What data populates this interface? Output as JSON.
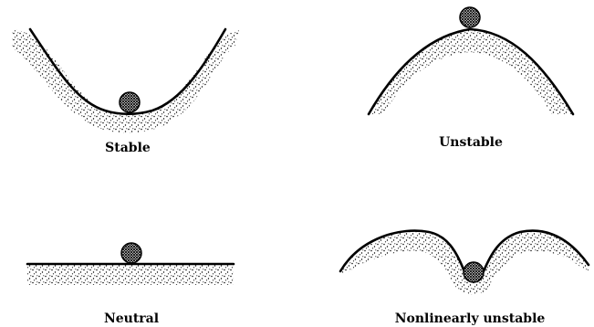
{
  "figure": {
    "panels": [
      {
        "key": "stable",
        "label": "Stable"
      },
      {
        "key": "unstable",
        "label": "Unstable"
      },
      {
        "key": "neutral",
        "label": "Neutral"
      },
      {
        "key": "nonlinear",
        "label": "Nonlinearly unstable"
      }
    ],
    "colors": {
      "stroke": "#000000",
      "stipple": "#000000",
      "background": "#ffffff"
    },
    "icons": {
      "ball": "crosshatched-ball-icon"
    }
  }
}
